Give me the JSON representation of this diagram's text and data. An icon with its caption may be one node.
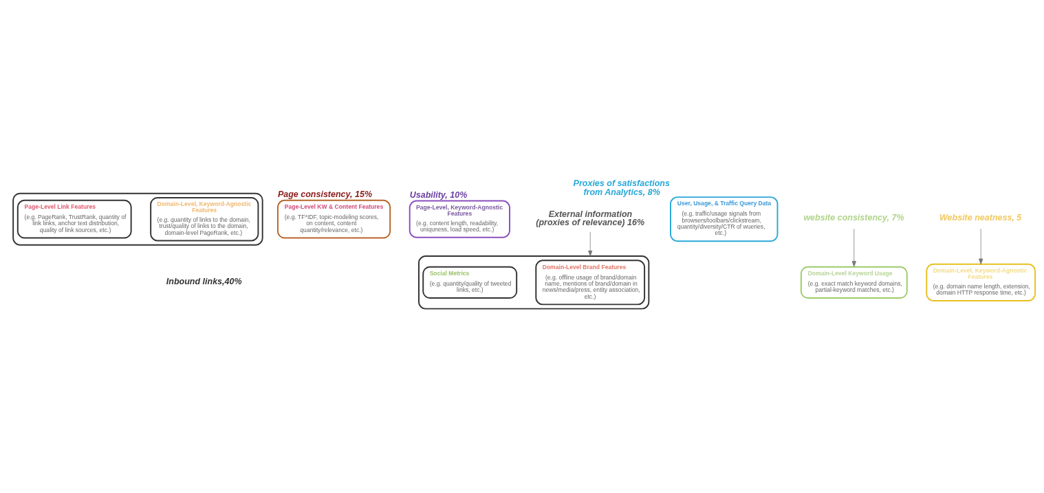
{
  "diagram": {
    "nodes": [
      {
        "text": [],
        "shape": "box",
        "beside": [
          "Inbound links,40%"
        ]
      },
      {
        "text": [
          "Domain-Level, Keyword-Agnostic Features",
          "(e.g. quantity of links to the domain, trust/quality of links to the domain, domain-level PageRank, etc.)"
        ],
        "in": 0
      },
      {
        "text": [
          "Page-Level Link Features",
          "(e.g. PageRank, TrustRank, quantity of link links, anchor text distribution, quality of link sources, etc.)"
        ],
        "in": 0
      },
      {
        "text": [
          "Page-Level KW & Content Features",
          "(e.g. TF*IDF, topic-modeling scores, on content, content quantity/relevance, etc.)"
        ],
        "beside": [
          "Page consistency, 15%"
        ]
      },
      {
        "text": [
          "Page-Level, Keyword-Agnostic Features",
          "(e.g. content length, readability, uniquness, load speed, etc.)"
        ],
        "beside": [
          "Usability, 10%"
        ]
      },
      {
        "text": [],
        "shape": "box"
      },
      {
        "text": [
          "Domain-Level Brand Features",
          "(e.g. offline usage of brand/domain name, mentions of brand/domain in news/media/press, entity association, etc.)"
        ],
        "in": 5
      },
      {
        "text": [
          "Social Metrics",
          "(e.g. quantity/quality of tweeted links, etc.)"
        ],
        "in": 5
      },
      {
        "text": [
          "User, Usage, & Traffic Query Data",
          "(e.g. traffic/usage signals from browsers/toolbars/clickstream, quantity/diversity/CTR of wueries, etc.)"
        ],
        "beside": [
          "Proxies of satisfactions from Analytics, 8%"
        ]
      },
      {
        "text": [
          "Domain-Level Keyword Usage",
          "(e.g. exact match keyword domains, partial-keyword matches, etc.)"
        ]
      },
      {
        "text": [
          "Domain-Level, Keyword-Agnostic Features",
          "(e.g. domain name length, extension, domain HTTP response time, etc.)"
        ]
      },
      {
        "text": [
          "External information (proxies of relevance) 16%"
        ]
      },
      {
        "text": [
          "website consistency, 7%"
        ]
      },
      {
        "text": [
          "Website neatness, 5"
        ]
      }
    ],
    "edges": [
      {
        "from": 11,
        "to": 5,
        "arrow": "to"
      },
      {
        "from": 12,
        "to": 9,
        "arrow": "to"
      },
      {
        "from": 13,
        "to": 10,
        "arrow": "to"
      }
    ]
  }
}
